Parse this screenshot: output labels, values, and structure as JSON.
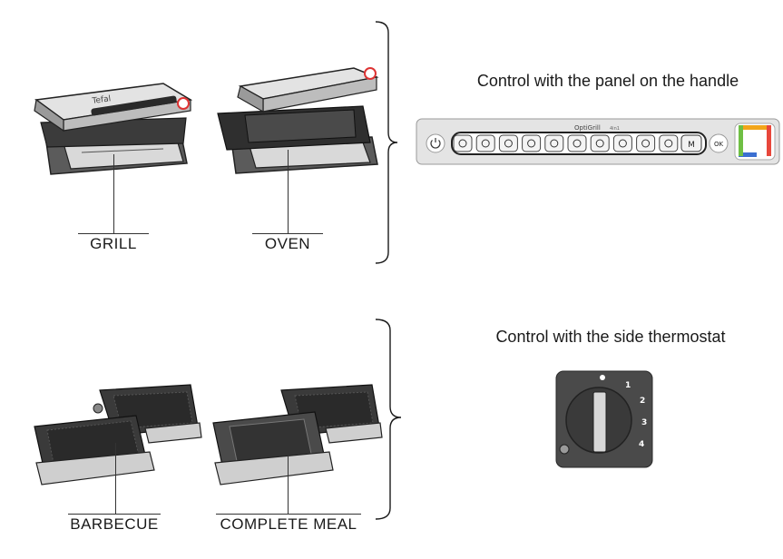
{
  "modes": {
    "grill": "GRILL",
    "oven": "OVEN",
    "barbecue": "BARBECUE",
    "complete_meal": "COMPLETE MEAL"
  },
  "headings": {
    "panel": "Control with the panel on the handle",
    "thermostat": "Control with the side thermostat"
  },
  "panel": {
    "brand": "OptiGrill",
    "model_suffix": "4in1",
    "manual_label": "M",
    "ok_label": "OK",
    "program_icons": [
      "snowflake-icon",
      "burger-bun-icon",
      "burger-icon",
      "sausage-icon",
      "bacon-icon",
      "poultry-icon",
      "fish-icon",
      "shrimp-icon",
      "sandwich-icon",
      "vegetable-icon"
    ],
    "doneness_colors": [
      "#f2a51a",
      "#e8473b",
      "#3b6fd1",
      "#6fbf44"
    ]
  },
  "thermostat": {
    "positions": [
      "1",
      "2",
      "3",
      "4"
    ]
  },
  "grill_brand": "Tefal"
}
